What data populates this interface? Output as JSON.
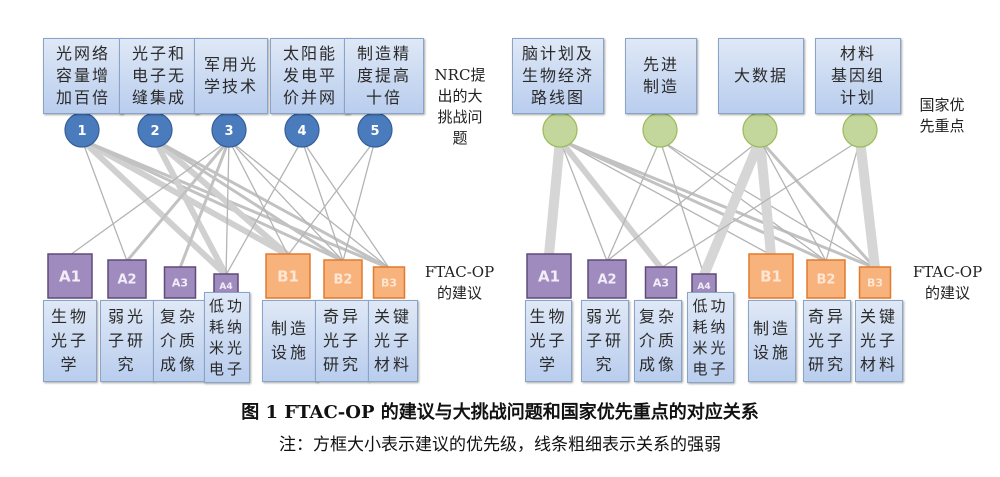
{
  "colors": {
    "circle_blue": "#4a7bbd",
    "circle_blue_border": "#355f99",
    "circle_green": "#c3d69b",
    "circle_green_border": "#9bbb59",
    "box_purple": "#a08bbf",
    "box_purple_border": "#5f4a7a",
    "box_orange": "#f8b27c",
    "box_orange_border": "#e07b2f",
    "line": "#bfbfbf"
  },
  "left_panel": {
    "challenges": [
      {
        "id": "1",
        "label": "光网络\n容量增\n加百倍"
      },
      {
        "id": "2",
        "label": "光子和\n电子无\n缝集成"
      },
      {
        "id": "3",
        "label": "军用光\n学技术"
      },
      {
        "id": "4",
        "label": "太阳能\n发电平\n价并网"
      },
      {
        "id": "5",
        "label": "制造精\n度提高\n十倍"
      }
    ],
    "side_label_top": "NRC提\n出的大\n挑战问\n题",
    "side_label_bottom": "FTAC-OP\n的建议"
  },
  "right_panel": {
    "priorities": [
      {
        "id": "G1",
        "label": "脑计划及\n生物经济\n路线图"
      },
      {
        "id": "G2",
        "label": "先进\n制造"
      },
      {
        "id": "G3",
        "label": "大数据"
      },
      {
        "id": "G4",
        "label": "材料\n基因组\n计划"
      }
    ],
    "side_label_top": "国家优\n先重点",
    "side_label_bottom": "FTAC-OP\n的建议"
  },
  "recommendations": [
    {
      "id": "A1",
      "group": "A",
      "priority": 4,
      "label": "生物\n光子\n学"
    },
    {
      "id": "A2",
      "group": "A",
      "priority": 3,
      "label": "弱光\n子研\n究"
    },
    {
      "id": "A3",
      "group": "A",
      "priority": 2,
      "label": "复杂\n介质\n成像"
    },
    {
      "id": "A4",
      "group": "A",
      "priority": 1,
      "label": "低功\n耗纳\n米光\n电子"
    },
    {
      "id": "B1",
      "group": "B",
      "priority": 4,
      "label": "制造\n设施"
    },
    {
      "id": "B2",
      "group": "B",
      "priority": 3,
      "label": "奇异\n光子\n研究"
    },
    {
      "id": "B3",
      "group": "B",
      "priority": 2,
      "label": "关键\n光子\n材料"
    }
  ],
  "links_left": [
    {
      "from": "1",
      "to": "A2",
      "strength": 1
    },
    {
      "from": "1",
      "to": "A4",
      "strength": 3
    },
    {
      "from": "1",
      "to": "B1",
      "strength": 3
    },
    {
      "from": "1",
      "to": "B2",
      "strength": 2
    },
    {
      "from": "1",
      "to": "B3",
      "strength": 2
    },
    {
      "from": "2",
      "to": "A4",
      "strength": 3
    },
    {
      "from": "2",
      "to": "B1",
      "strength": 3
    },
    {
      "from": "2",
      "to": "B2",
      "strength": 2
    },
    {
      "from": "2",
      "to": "B3",
      "strength": 2
    },
    {
      "from": "3",
      "to": "A1",
      "strength": 1
    },
    {
      "from": "3",
      "to": "A2",
      "strength": 2
    },
    {
      "from": "3",
      "to": "A3",
      "strength": 2
    },
    {
      "from": "3",
      "to": "A4",
      "strength": 1
    },
    {
      "from": "3",
      "to": "B1",
      "strength": 1
    },
    {
      "from": "3",
      "to": "B2",
      "strength": 1
    },
    {
      "from": "3",
      "to": "B3",
      "strength": 1
    },
    {
      "from": "4",
      "to": "A4",
      "strength": 1
    },
    {
      "from": "4",
      "to": "B2",
      "strength": 1
    },
    {
      "from": "4",
      "to": "B3",
      "strength": 1
    },
    {
      "from": "5",
      "to": "B1",
      "strength": 1
    },
    {
      "from": "5",
      "to": "B2",
      "strength": 1
    }
  ],
  "links_right": [
    {
      "from": "G1",
      "to": "A1",
      "strength": 4
    },
    {
      "from": "G1",
      "to": "A2",
      "strength": 1
    },
    {
      "from": "G1",
      "to": "A3",
      "strength": 3
    },
    {
      "from": "G1",
      "to": "B1",
      "strength": 1
    },
    {
      "from": "G1",
      "to": "B2",
      "strength": 2
    },
    {
      "from": "G1",
      "to": "B3",
      "strength": 2
    },
    {
      "from": "G2",
      "to": "A2",
      "strength": 1
    },
    {
      "from": "G2",
      "to": "A4",
      "strength": 1
    },
    {
      "from": "G2",
      "to": "B2",
      "strength": 1
    },
    {
      "from": "G2",
      "to": "B3",
      "strength": 1
    },
    {
      "from": "G3",
      "to": "A2",
      "strength": 1
    },
    {
      "from": "G3",
      "to": "A4",
      "strength": 4
    },
    {
      "from": "G3",
      "to": "B1",
      "strength": 4
    },
    {
      "from": "G3",
      "to": "B2",
      "strength": 1
    },
    {
      "from": "G3",
      "to": "B3",
      "strength": 2
    },
    {
      "from": "G4",
      "to": "A3",
      "strength": 1
    },
    {
      "from": "G4",
      "to": "B2",
      "strength": 1
    },
    {
      "from": "G4",
      "to": "B3",
      "strength": 4
    }
  ],
  "caption": {
    "title": "图 1   FTAC-OP 的建议与大挑战问题和国家优先重点的对应关系",
    "note": "注：方框大小表示建议的优先级，线条粗细表示关系的强弱"
  }
}
